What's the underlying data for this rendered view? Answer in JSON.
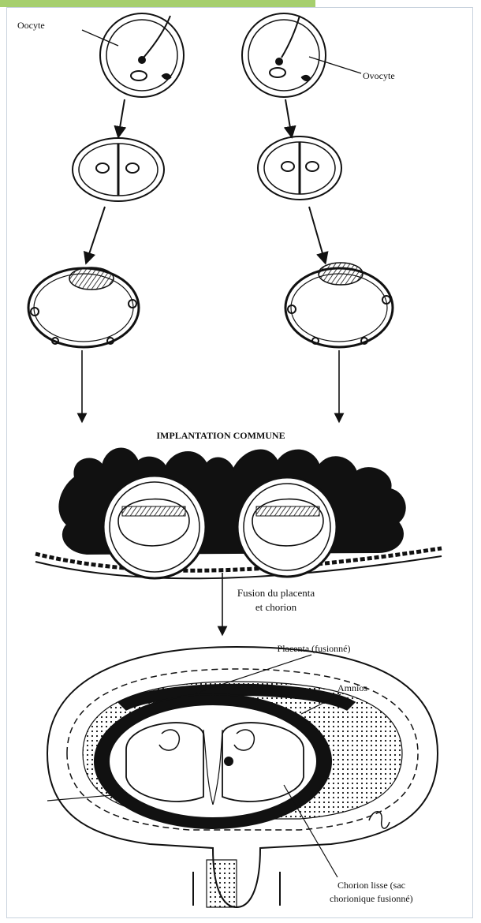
{
  "colors": {
    "ink": "#111111",
    "accent": "#a6cf6e",
    "border": "#c9d3de",
    "paper": "#ffffff"
  },
  "labels": {
    "oocyte_left": "Oocyte",
    "oocyte_right": "Ovocyte",
    "implantation": "IMPLANTATION COMMUNE",
    "fusion_line1": "Fusion du placenta",
    "fusion_line2": "et chorion",
    "placenta": "Placenta (fusionné)",
    "amnios": "Amnios",
    "chorion_line1": "Chorion lisse (sac",
    "chorion_line2": "chorionique fusionné)"
  }
}
